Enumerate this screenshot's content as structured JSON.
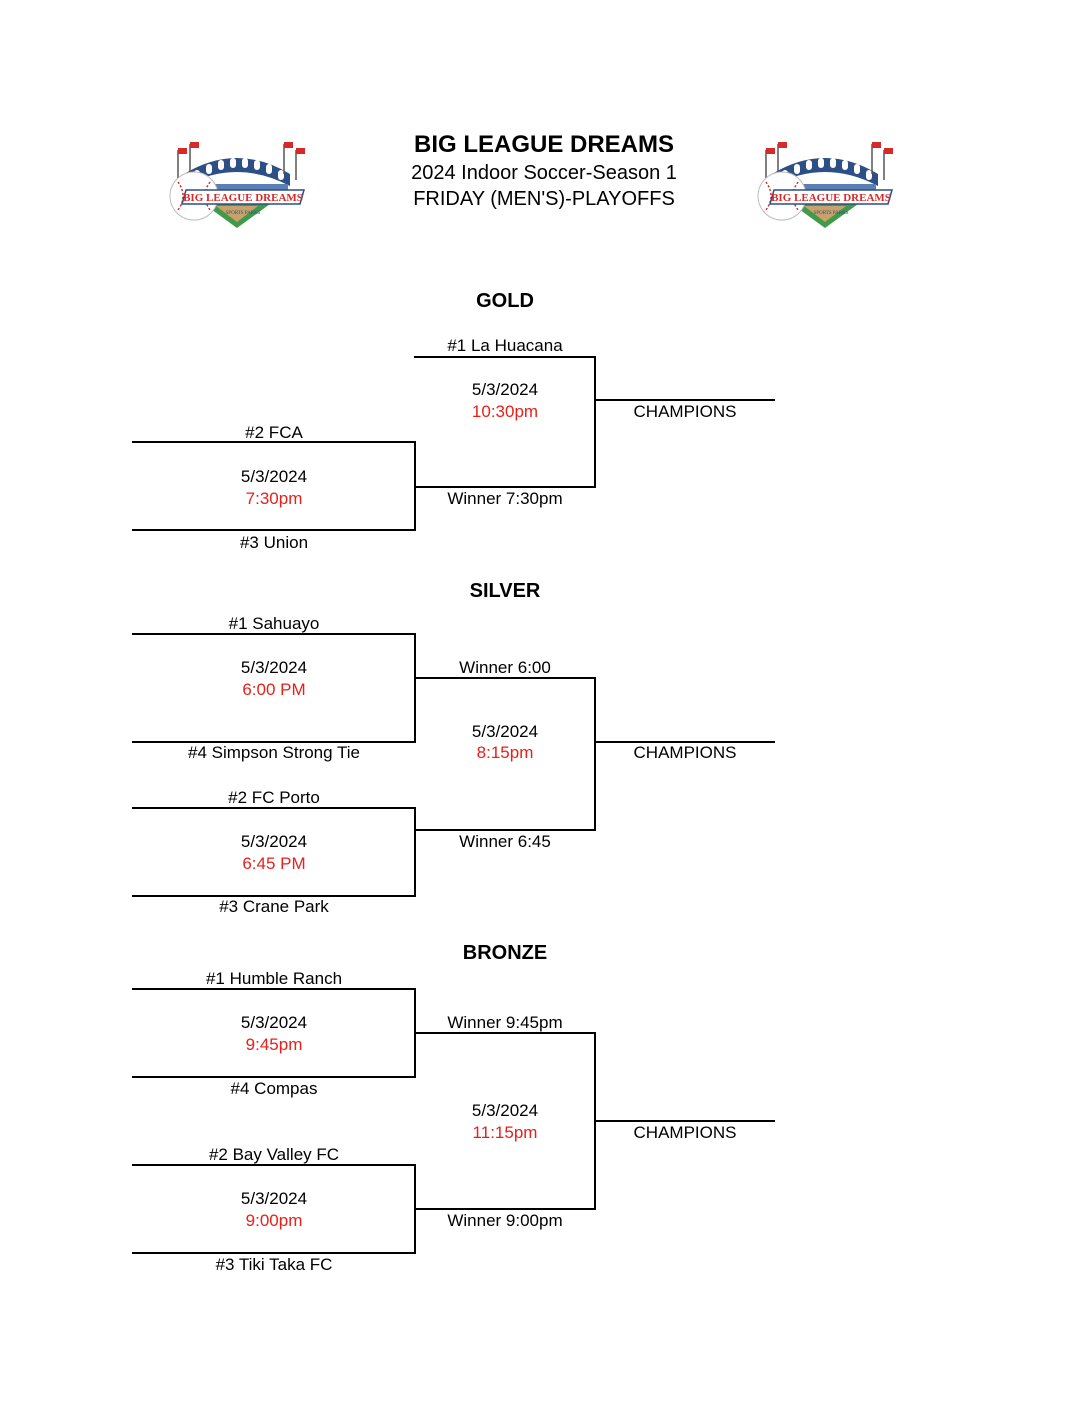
{
  "header": {
    "title": "BIG LEAGUE DREAMS",
    "subtitle": "2024 Indoor Soccer-Season 1",
    "division": "FRIDAY (MEN'S)-PLAYOFFS",
    "logo_text": "BIG LEAGUE DREAMS",
    "logo_subtext": "SPORTS PARKS"
  },
  "colors": {
    "time_text": "#e8201a",
    "logo_blue": "#2c4f86",
    "logo_red": "#d42a2a",
    "logo_green": "#3f9a4a"
  },
  "gold": {
    "heading": "GOLD",
    "team1": "#1 La Huacana",
    "team2": "#2 FCA",
    "team3": "#3 Union",
    "semi_date": "5/3/2024",
    "semi_time": "7:30pm",
    "final_date": "5/3/2024",
    "final_time": "10:30pm",
    "final_feeder": "Winner 7:30pm",
    "champions": "CHAMPIONS"
  },
  "silver": {
    "heading": "SILVER",
    "team1": "#1 Sahuayo",
    "team4": "#4 Simpson Strong Tie",
    "team2": "#2 FC Porto",
    "team3": "#3 Crane Park",
    "semi1_date": "5/3/2024",
    "semi1_time": "6:00 PM",
    "semi2_date": "5/3/2024",
    "semi2_time": "6:45 PM",
    "winner1": "Winner 6:00",
    "winner2": "Winner 6:45",
    "final_date": "5/3/2024",
    "final_time": "8:15pm",
    "champions": "CHAMPIONS"
  },
  "bronze": {
    "heading": "BRONZE",
    "team1": "#1 Humble Ranch",
    "team4": "#4 Compas",
    "team2": "#2 Bay Valley FC",
    "team3": "#3 Tiki Taka FC",
    "semi1_date": "5/3/2024",
    "semi1_time": "9:45pm",
    "semi2_date": "5/3/2024",
    "semi2_time": "9:00pm",
    "winner1": "Winner 9:45pm",
    "winner2": "Winner 9:00pm",
    "final_date": "5/3/2024",
    "final_time": "11:15pm",
    "champions": "CHAMPIONS"
  }
}
